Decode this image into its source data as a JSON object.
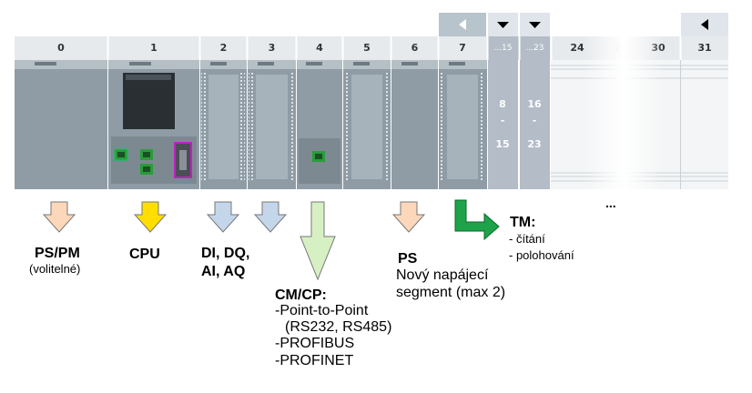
{
  "slot_numbers": [
    "0",
    "1",
    "2",
    "3",
    "4",
    "5",
    "6",
    "7",
    "...15",
    "...23",
    "24",
    "25",
    "30",
    "31"
  ],
  "range_labels": {
    "left": {
      "from": "8",
      "dash": "-",
      "to": "15"
    },
    "right": {
      "from": "16",
      "dash": "-",
      "to": "23"
    }
  },
  "labels": {
    "ps_pm": {
      "title": "PS/PM",
      "sub": "(volitelné)"
    },
    "cpu": {
      "title": "CPU"
    },
    "di_dq": {
      "line1": "DI, DQ,",
      "line2": "AI, AQ"
    },
    "cm_cp": {
      "title": "CM/CP:",
      "items": [
        "Point-to-Point",
        "(RS232, RS485)",
        "PROFIBUS",
        "PROFINET"
      ]
    },
    "ps": {
      "title": "PS",
      "line1": "Nový napájecí",
      "line2": "segment (max 2)"
    },
    "tm": {
      "title": "TM:",
      "items": [
        "čítání",
        "polohování"
      ]
    },
    "ellipsis": "..."
  },
  "colors": {
    "ps_arrow": "#fdd7b9",
    "cpu_arrow": "#ffde00",
    "di_arrow": "#c4d6ea",
    "cm_arrow": "#d6f0c4",
    "tm_arrow": "#1ea34a",
    "rack": "#8c9aa3",
    "module": "#a7b3ba",
    "selected": "#b3bcc7"
  }
}
